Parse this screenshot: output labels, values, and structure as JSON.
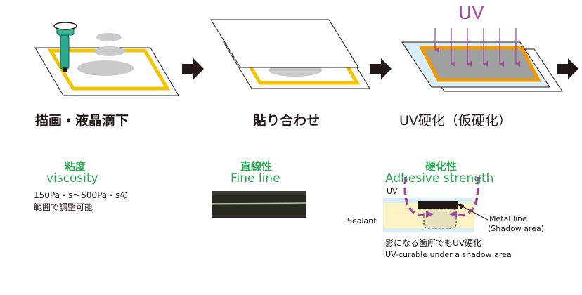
{
  "steps": [
    {
      "label": "描画・液晶滴下"
    },
    {
      "label": "貼り合わせ"
    },
    {
      "label": "UV硬化（仮硬化）",
      "uv_text": "UV"
    }
  ],
  "properties": {
    "viscosity": {
      "title_jp": "粘度",
      "title_en": "viscosity",
      "desc": [
        "150Pa・s〜500Pa・sの",
        "範囲で調整可能"
      ]
    },
    "fine_line": {
      "title_jp": "直線性",
      "title_en": "Fine line"
    },
    "adhesive": {
      "title_jp": "硬化性",
      "title_en": "Adhesive strength",
      "uv_label": "UV",
      "sealant_label": "Sealant",
      "metal_label": "Metal line",
      "shadow_label": "(Shadow area)",
      "note_jp": "影になる箇所でもUV硬化",
      "note_en": "UV-curable under a shadow area"
    }
  },
  "colors": {
    "accent_green": "#2eaa55",
    "seal_yellow": "#f3c400",
    "uv_purple": "#a24a9c",
    "cured_orange": "#f39800",
    "glass_blue": "#daeef8"
  }
}
